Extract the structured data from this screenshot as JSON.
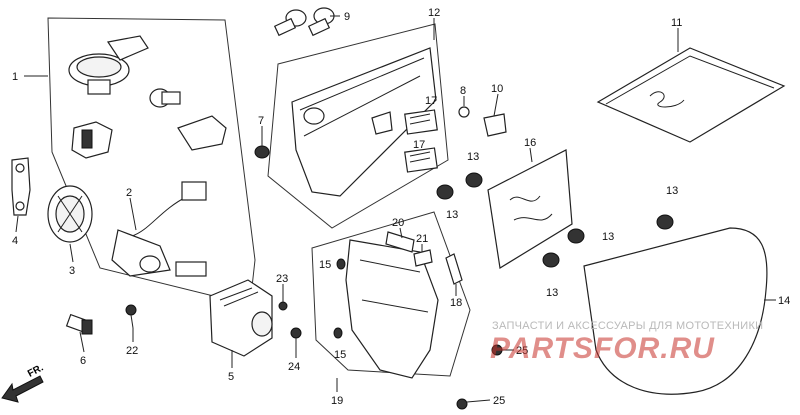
{
  "labels": {
    "p1": "1",
    "p2": "2",
    "p3": "3",
    "p4": "4",
    "p5": "5",
    "p6": "6",
    "p7": "7",
    "p8": "8",
    "p9": "9",
    "p10": "10",
    "p11": "11",
    "p12": "12",
    "p13a": "13",
    "p13b": "13",
    "p13c": "13",
    "p13d": "13",
    "p13e": "13",
    "p14": "14",
    "p15a": "15",
    "p15b": "15",
    "p16": "16",
    "p17a": "17",
    "p17b": "17",
    "p18": "18",
    "p19": "19",
    "p20": "20",
    "p21": "21",
    "p22": "22",
    "p23": "23",
    "p24": "24",
    "p25a": "25",
    "p25b": "25"
  },
  "direction_label": "FR.",
  "watermark": {
    "text": "ЗАПЧАСТИ И АКСЕССУАРЫ ДЛЯ МОТОТЕХНИКИ",
    "logo": "PARTSFOR.RU"
  },
  "colors": {
    "line": "#222222",
    "watermark_logo": "#c8332c",
    "watermark_text": "#b9b9b9"
  }
}
